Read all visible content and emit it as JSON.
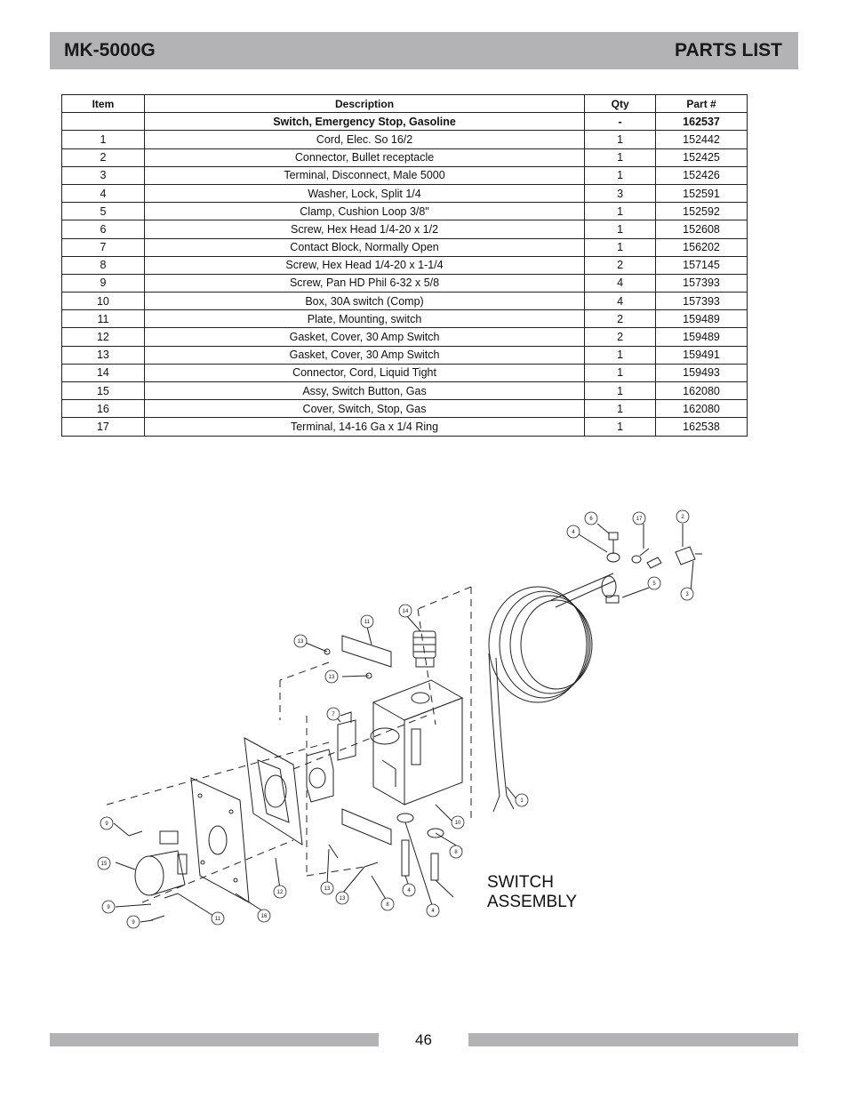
{
  "header": {
    "model": "MK-5000G",
    "title": "PARTS LIST"
  },
  "table": {
    "columns": [
      "Item",
      "Description",
      "Qty",
      "Part #"
    ],
    "assembly_row": {
      "item": "",
      "description": "Switch, Emergency Stop, Gasoline",
      "qty": "-",
      "part": "162537"
    },
    "rows": [
      {
        "item": "1",
        "description": "Cord, Elec. So 16/2",
        "qty": "1",
        "part": "152442"
      },
      {
        "item": "2",
        "description": "Connector, Bullet receptacle",
        "qty": "1",
        "part": "152425"
      },
      {
        "item": "3",
        "description": "Terminal, Disconnect, Male 5000",
        "qty": "1",
        "part": "152426"
      },
      {
        "item": "4",
        "description": "Washer, Lock, Split 1/4",
        "qty": "3",
        "part": "152591"
      },
      {
        "item": "5",
        "description": "Clamp, Cushion Loop 3/8\"",
        "qty": "1",
        "part": "152592"
      },
      {
        "item": "6",
        "description": "Screw, Hex Head 1/4-20 x 1/2",
        "qty": "1",
        "part": "152608"
      },
      {
        "item": "7",
        "description": "Contact Block, Normally Open",
        "qty": "1",
        "part": "156202"
      },
      {
        "item": "8",
        "description": "Screw, Hex Head 1/4-20 x 1-1/4",
        "qty": "2",
        "part": "157145"
      },
      {
        "item": "9",
        "description": "Screw, Pan HD Phil 6-32 x 5/8",
        "qty": "4",
        "part": "157393"
      },
      {
        "item": "10",
        "description": "Box, 30A switch (Comp)",
        "qty": "4",
        "part": "157393"
      },
      {
        "item": "11",
        "description": "Plate, Mounting, switch",
        "qty": "2",
        "part": "159489"
      },
      {
        "item": "12",
        "description": "Gasket, Cover, 30 Amp Switch",
        "qty": "2",
        "part": "159489"
      },
      {
        "item": "13",
        "description": "Gasket, Cover, 30 Amp Switch",
        "qty": "1",
        "part": "159491"
      },
      {
        "item": "14",
        "description": "Connector, Cord, Liquid Tight",
        "qty": "1",
        "part": "159493"
      },
      {
        "item": "15",
        "description": "Assy, Switch Button, Gas",
        "qty": "1",
        "part": "162080"
      },
      {
        "item": "16",
        "description": "Cover, Switch, Stop, Gas",
        "qty": "1",
        "part": "162080"
      },
      {
        "item": "17",
        "description": "Terminal, 14-16 Ga x 1/4 Ring",
        "qty": "1",
        "part": "162538"
      }
    ]
  },
  "diagram": {
    "label_line1": "SWITCH",
    "label_line2": "ASSEMBLY",
    "callouts": [
      "6",
      "17",
      "2",
      "4",
      "3",
      "5",
      "14",
      "11",
      "13",
      "13",
      "7",
      "10",
      "1",
      "9",
      "15",
      "9",
      "9",
      "12",
      "16",
      "11",
      "13",
      "13",
      "8",
      "4",
      "4",
      "8"
    ]
  },
  "footer": {
    "page_number": "46"
  }
}
